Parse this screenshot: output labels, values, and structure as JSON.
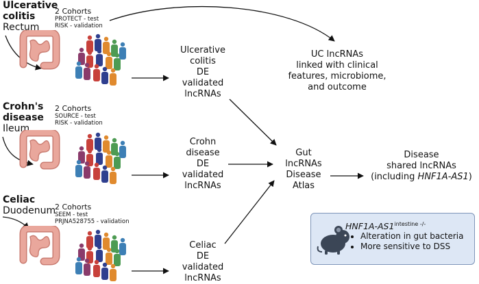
{
  "diseases": [
    {
      "name_lines": [
        "Ulcerative",
        "colitis"
      ],
      "site": "Rectum",
      "cohort_title": "2 Cohorts",
      "cohort_test": "PROTECT - test",
      "cohort_validation": "RISK - validation"
    },
    {
      "name_lines": [
        "Crohn's",
        "disease"
      ],
      "site": "Ileum",
      "cohort_title": "2 Cohorts",
      "cohort_test": "SOURCE - test",
      "cohort_validation": "RISK - validation"
    },
    {
      "name_lines": [
        "Celiac"
      ],
      "site": "Duodenum",
      "cohort_title": "2 Cohorts",
      "cohort_test": "SEEM - test",
      "cohort_validation": "PRJNA528755 - validation"
    }
  ],
  "results": [
    {
      "lines": [
        "Ulcerative",
        "colitis",
        "DE",
        "validated",
        "lncRNAs"
      ]
    },
    {
      "lines": [
        "Crohn",
        "disease",
        "DE",
        "validated",
        "lncRNAs"
      ]
    },
    {
      "lines": [
        "Celiac",
        "DE",
        "validated",
        "lncRNAs"
      ]
    }
  ],
  "uc_outcome": {
    "lines": [
      "UC lncRNAs",
      "linked with clinical",
      "features, microbiome,",
      "and outcome"
    ]
  },
  "atlas": {
    "lines": [
      "Gut",
      "lncRNAs",
      "Disease",
      "Atlas"
    ]
  },
  "shared": {
    "line1": "Disease",
    "line2": "shared lncRNAs",
    "line3_prefix": "(including ",
    "line3_gene": "HNF1A-AS1",
    "line3_suffix": ")"
  },
  "mouse_panel": {
    "gene": "HNF1A-AS1",
    "genotype": "intestine -/-",
    "bullets": [
      "Alteration in gut bacteria",
      "More sensitive to DSS"
    ]
  },
  "colors": {
    "intestine": "#e9a79c",
    "intestine_dark": "#c97b70",
    "panel_bg": "#dde7f5",
    "panel_border": "#7d94b8",
    "mouse": "#3b4656",
    "people": [
      "#c8413b",
      "#2f3f8f",
      "#e08a2e",
      "#4d9b53",
      "#3d7fb5",
      "#8a3b6b"
    ]
  }
}
